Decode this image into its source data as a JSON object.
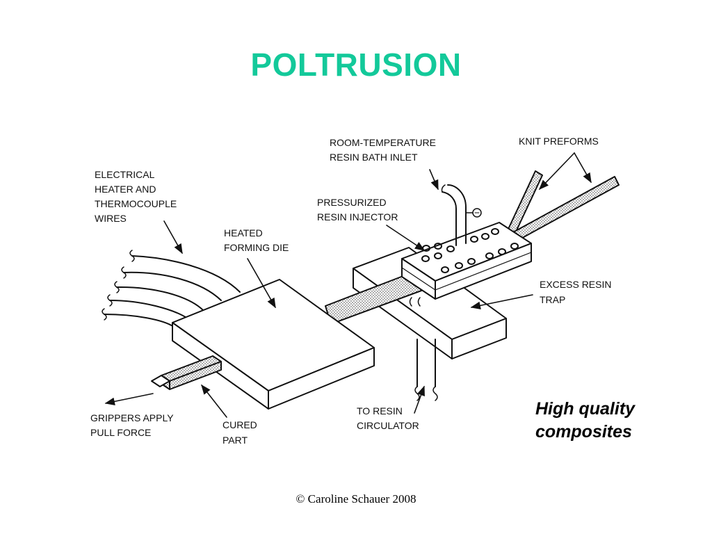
{
  "slide": {
    "title": "POLTRUSION",
    "caption_line1": "High quality",
    "caption_line2": "composites",
    "footer": "© Caroline Schauer 2008"
  },
  "diagram": {
    "labels": {
      "electrical_1": "ELECTRICAL",
      "electrical_2": "HEATER AND",
      "electrical_3": "THERMOCOUPLE",
      "electrical_4": "WIRES",
      "heated_1": "HEATED",
      "heated_2": "FORMING DIE",
      "room_temp_1": "ROOM-TEMPERATURE",
      "room_temp_2": "RESIN BATH INLET",
      "knit": "KNIT PREFORMS",
      "pressurized_1": "PRESSURIZED",
      "pressurized_2": "RESIN INJECTOR",
      "excess_1": "EXCESS RESIN",
      "excess_2": "TRAP",
      "grippers_1": "GRIPPERS APPLY",
      "grippers_2": "PULL FORCE",
      "cured_1": "CURED",
      "cured_2": "PART",
      "circulator_1": "TO RESIN",
      "circulator_2": "CIRCULATOR"
    }
  },
  "colors": {
    "title": "#13c99a",
    "line": "#111111"
  }
}
